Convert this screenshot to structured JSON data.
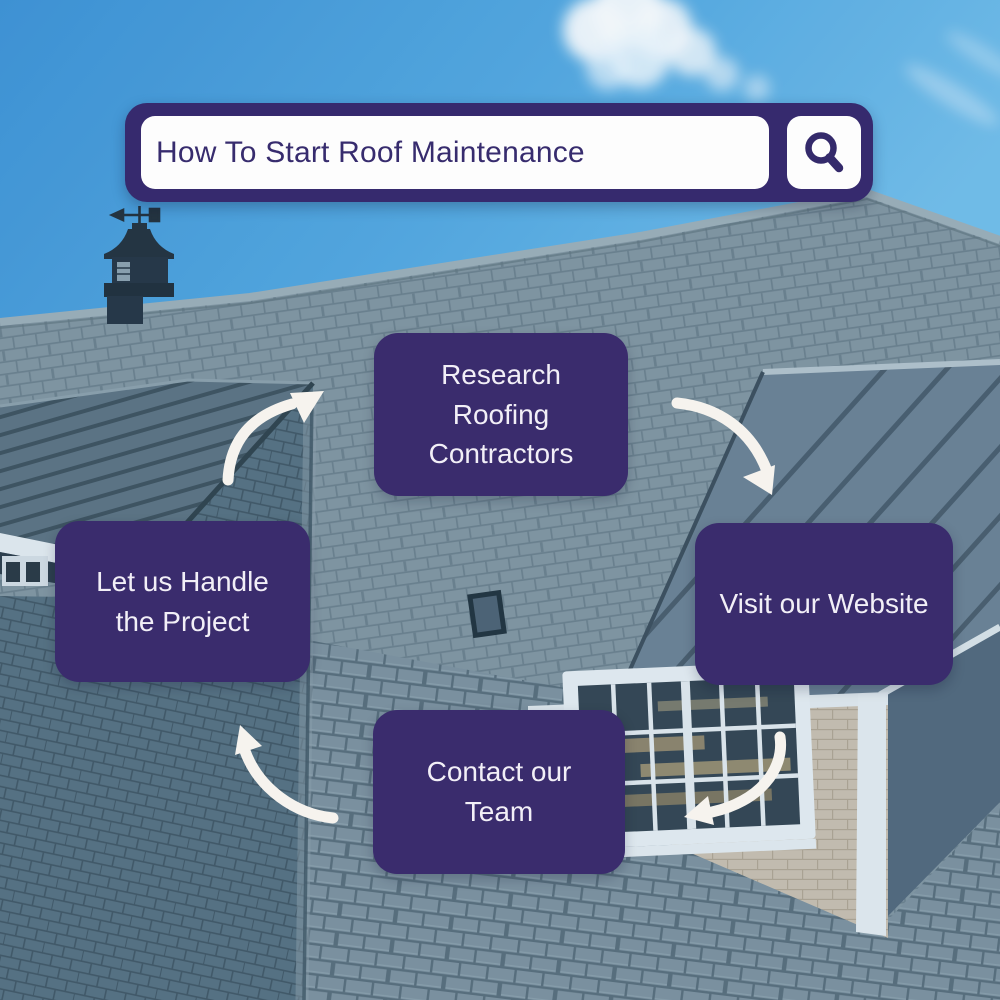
{
  "search": {
    "query": "How To Start Roof Maintenance",
    "button_icon": "search-icon"
  },
  "steps": [
    {
      "id": "research",
      "label": "Research Roofing Contractors"
    },
    {
      "id": "visit",
      "label": "Visit our Website"
    },
    {
      "id": "contact",
      "label": "Contact our Team"
    },
    {
      "id": "handle",
      "label": "Let us Handle the Project"
    }
  ],
  "flow": {
    "direction": "clockwise",
    "arrows": [
      {
        "from": "handle",
        "to": "research"
      },
      {
        "from": "research",
        "to": "visit"
      },
      {
        "from": "visit",
        "to": "contact"
      },
      {
        "from": "contact",
        "to": "handle"
      }
    ]
  },
  "colors": {
    "accent_purple": "#3a2c6d",
    "card_text": "#f2eff7",
    "arrow_white": "#f6f3ee",
    "search_text": "#372c6e",
    "sky_blue": "#4da5df",
    "shingle_gray": "#8496a0",
    "metal_gray": "#6d8293",
    "siding_tan": "#ccc1af"
  },
  "background_scene": {
    "elements": [
      "sky",
      "clouds",
      "cupola-with-weathervane",
      "asphalt-shingle-roof",
      "standing-seam-metal-roof",
      "dormer-window"
    ]
  }
}
